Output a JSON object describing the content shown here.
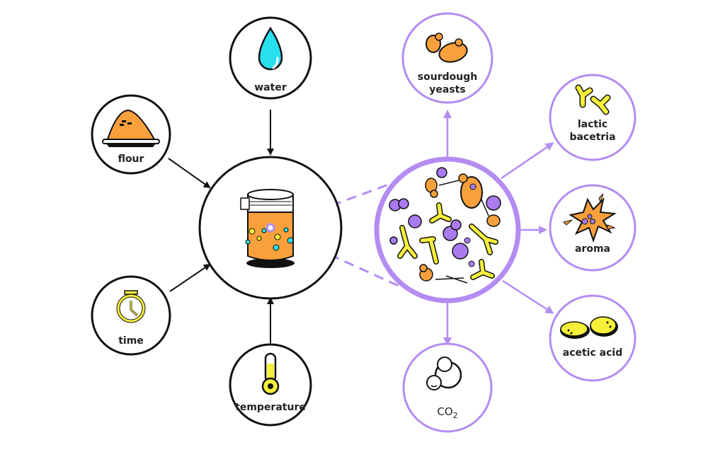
{
  "colors": {
    "black": "#111111",
    "purple": "#b48cf2",
    "orange": "#f7a03c",
    "yellow": "#f5f03a",
    "cyan": "#28e0ee",
    "violet": "#a97af0"
  },
  "center": {
    "name": "sourdough-jar",
    "icon": "jar-icon"
  },
  "microscope": {
    "name": "microbe-view",
    "icon": "microbes-icon"
  },
  "inputs": [
    {
      "id": "water",
      "label": "water",
      "icon": "water-drop-icon"
    },
    {
      "id": "flour",
      "label": "flour",
      "icon": "flour-pile-icon"
    },
    {
      "id": "time",
      "label": "time",
      "icon": "stopwatch-icon"
    },
    {
      "id": "temperature",
      "label": "temperature",
      "icon": "thermometer-icon"
    }
  ],
  "outputs": [
    {
      "id": "sourdough-yeasts",
      "label_lines": [
        "sourdough",
        "yeasts"
      ],
      "icon": "yeast-icon"
    },
    {
      "id": "lactic-bacteria",
      "label_lines": [
        "lactic",
        "bacetria"
      ],
      "icon": "bacteria-icon"
    },
    {
      "id": "aroma",
      "label_lines": [
        "aroma"
      ],
      "icon": "aroma-burst-icon"
    },
    {
      "id": "acetic-acid",
      "label_lines": [
        "acetic acid"
      ],
      "icon": "acetic-acid-icon"
    },
    {
      "id": "co2",
      "label_lines": [
        "CO",
        "2"
      ],
      "icon": "co2-bubbles-icon"
    }
  ]
}
